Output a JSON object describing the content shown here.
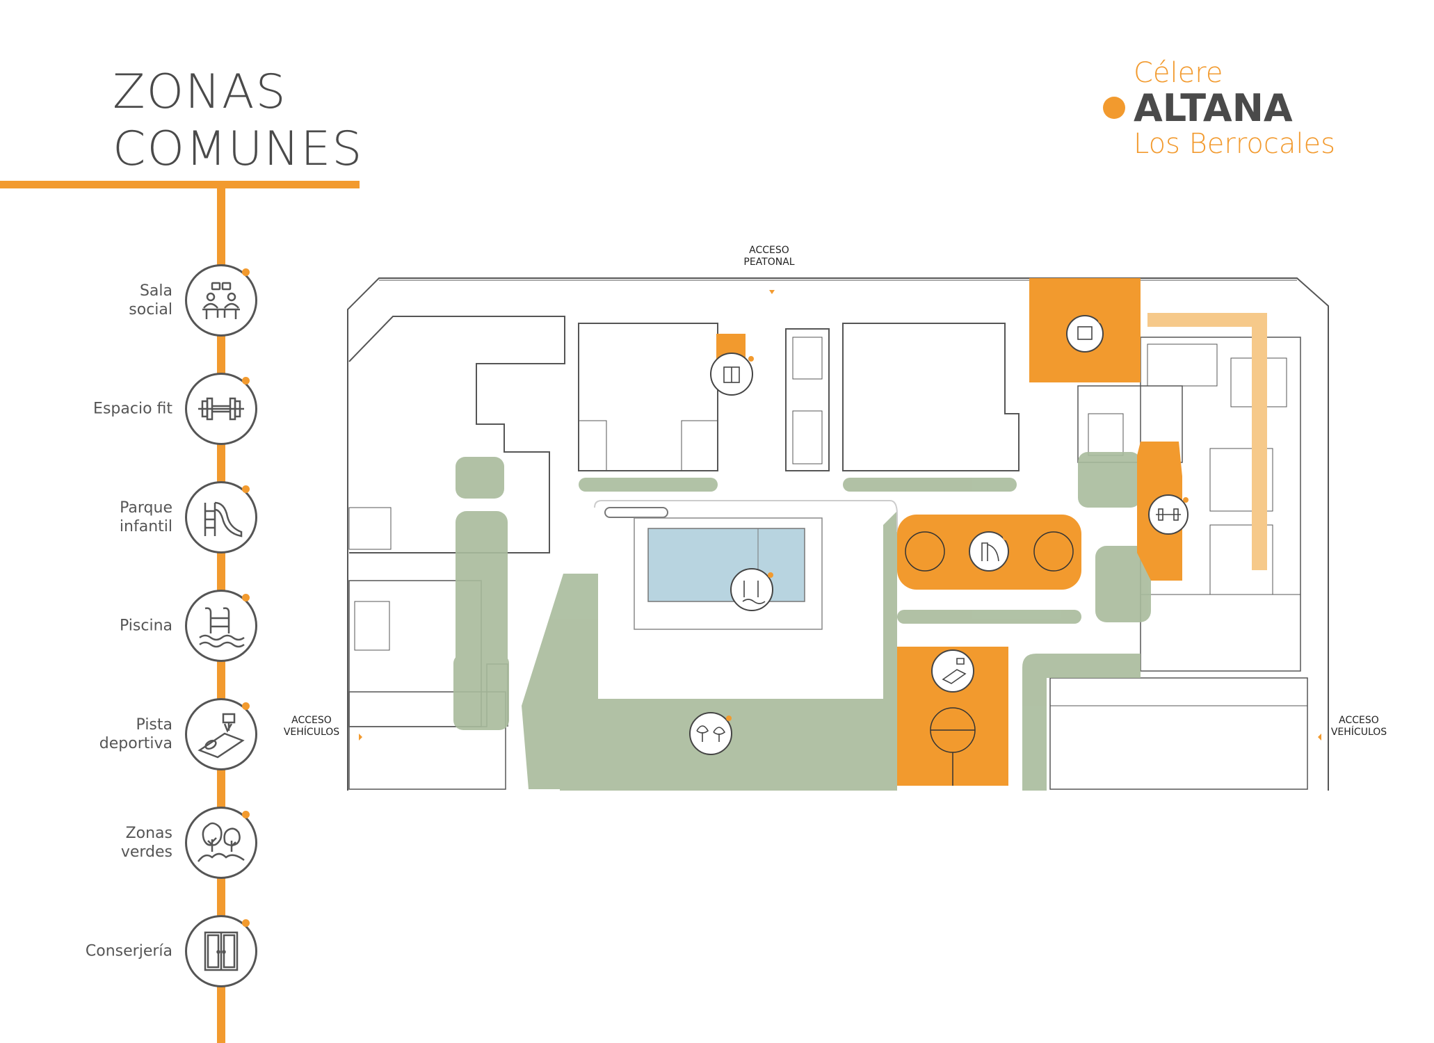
{
  "title": {
    "line1": "ZONAS",
    "line2": "COMUNES"
  },
  "brand": {
    "top": "Célere",
    "main": "ALTANA",
    "bottom": "Los Berrocales"
  },
  "colors": {
    "accent": "#f29a2e",
    "green": "#a9bb9c",
    "pool": "#b8d4e0",
    "line": "#555555"
  },
  "legend": [
    {
      "label": "Sala\nsocial",
      "icon": "meeting-table-icon"
    },
    {
      "label": "Espacio fit",
      "icon": "dumbbell-icon"
    },
    {
      "label": "Parque\ninfantil",
      "icon": "slide-icon"
    },
    {
      "label": "Piscina",
      "icon": "pool-ladder-icon"
    },
    {
      "label": "Pista\ndeportiva",
      "icon": "basketball-court-icon"
    },
    {
      "label": "Zonas\nverdes",
      "icon": "trees-icon"
    },
    {
      "label": "Conserjería",
      "icon": "double-door-icon"
    }
  ],
  "access": {
    "pedestrian": "ACCESO\nPEATONAL",
    "vehicles_left": "ACCESO\nVEHÍCULOS",
    "vehicles_right": "ACCESO\nVEHÍCULOS"
  }
}
